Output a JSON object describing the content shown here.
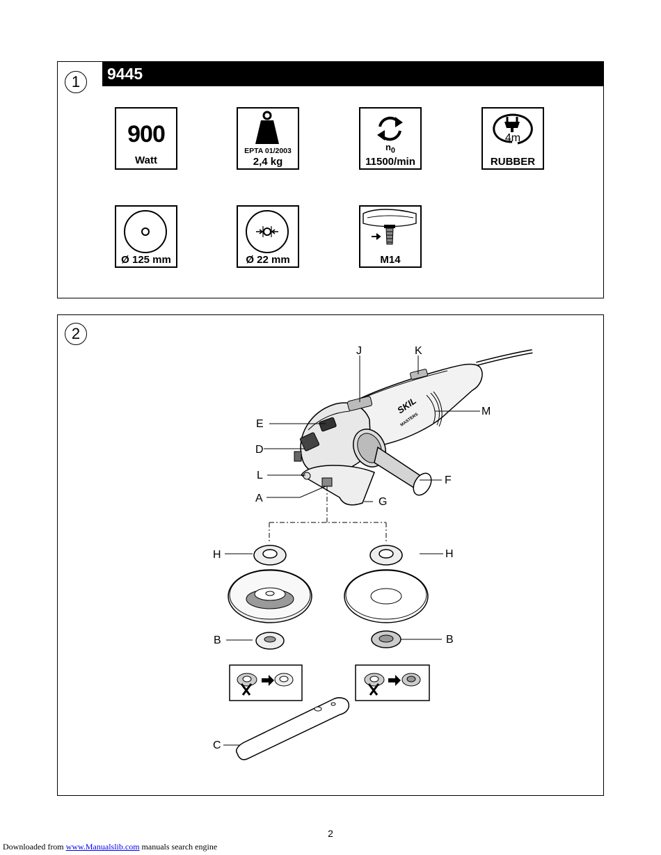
{
  "panel1": {
    "number": "1",
    "model": "9445",
    "specs": {
      "power": {
        "value": "900",
        "unit": "Watt"
      },
      "weight": {
        "standard": "EPTA 01/2003",
        "value": "2,4 kg"
      },
      "speed": {
        "symbol": "n",
        "subscript": "0",
        "value": "11500/min"
      },
      "cable": {
        "length": "4m",
        "type": "RUBBER"
      },
      "disc_diameter": {
        "value": "Ø 125 mm"
      },
      "bore_diameter": {
        "value": "Ø 22 mm"
      },
      "spindle_thread": {
        "value": "M14"
      }
    }
  },
  "panel2": {
    "number": "2",
    "labels": {
      "J": "J",
      "K": "K",
      "M": "M",
      "E": "E",
      "D": "D",
      "L": "L",
      "F": "F",
      "A": "A",
      "G": "G",
      "H1": "H",
      "H2": "H",
      "B1": "B",
      "B2": "B",
      "C": "C"
    },
    "brand": "SKIL",
    "sub_brand": "MASTERS"
  },
  "footer": {
    "page_number": "2",
    "downloaded_from": "Downloaded from",
    "link_text": "www.Manualslib.com",
    "tagline": "manuals search engine"
  }
}
